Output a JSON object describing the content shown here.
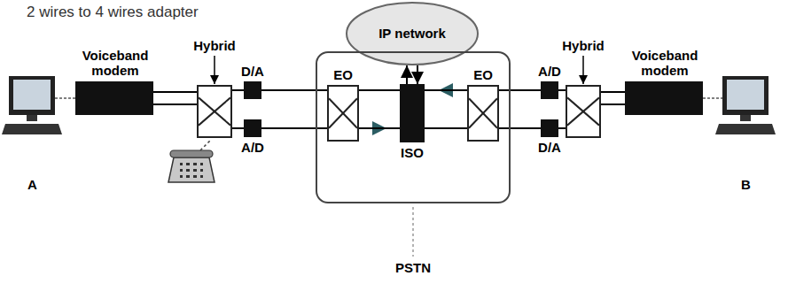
{
  "diagram": {
    "nodes": [
      {
        "text": [
          "IP network"
        ]
      },
      {
        "text": [
          "Voiceband modem"
        ]
      },
      {
        "text": [
          "Hybrid"
        ]
      },
      {
        "text": [
          "D/A"
        ]
      },
      {
        "text": [
          "A/D"
        ]
      },
      {
        "text": [
          "PSTN"
        ]
      },
      {
        "text": [
          "EO"
        ],
        "in": 5
      },
      {
        "text": [
          "ISO"
        ],
        "in": 5
      },
      {
        "text": [
          "EO"
        ],
        "in": 5
      },
      {
        "text": [
          "A/D"
        ]
      },
      {
        "text": [
          "D/A"
        ]
      },
      {
        "text": [
          "Hybrid"
        ]
      },
      {
        "text": [
          "Voiceband modem"
        ]
      }
    ],
    "edges": [
      {
        "from": 1,
        "to": 2,
        "arrow": "none"
      },
      {
        "from": 2,
        "to": 3,
        "arrow": "none"
      },
      {
        "from": 2,
        "to": 4,
        "arrow": "none"
      },
      {
        "from": 3,
        "to": 6,
        "arrow": "none"
      },
      {
        "from": 4,
        "to": 6,
        "arrow": "none"
      },
      {
        "from": 6,
        "to": 7,
        "arrow": "none"
      },
      {
        "from": 7,
        "to": 0,
        "arrow": "to"
      },
      {
        "from": 0,
        "to": 7,
        "arrow": "to"
      },
      {
        "from": 7,
        "to": 8,
        "arrow": "none"
      },
      {
        "from": 8,
        "to": 9,
        "arrow": "none"
      },
      {
        "from": 8,
        "to": 10,
        "arrow": "none"
      },
      {
        "from": 9,
        "to": 11,
        "arrow": "none"
      },
      {
        "from": 10,
        "to": 11,
        "arrow": "none"
      },
      {
        "from": 11,
        "to": 12,
        "arrow": "none"
      }
    ],
    "labels": [
      "2 wires to 4 wires adapter",
      "A",
      "B"
    ]
  }
}
